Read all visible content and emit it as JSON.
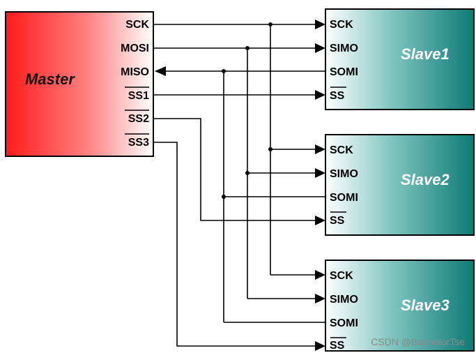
{
  "master": {
    "label": "Master",
    "pins": {
      "sck": "SCK",
      "mosi": "MOSI",
      "miso": "MISO",
      "ss1": "SS1",
      "ss2": "SS2",
      "ss3": "SS3"
    }
  },
  "slaves": [
    {
      "label": "Slave1",
      "pins": {
        "sck": "SCK",
        "simo": "SIMO",
        "somi": "SOMI",
        "ss": "SS"
      }
    },
    {
      "label": "Slave2",
      "pins": {
        "sck": "SCK",
        "simo": "SIMO",
        "somi": "SOMI",
        "ss": "SS"
      }
    },
    {
      "label": "Slave3",
      "pins": {
        "sck": "SCK",
        "simo": "SIMO",
        "somi": "SOMI",
        "ss": "SS"
      }
    }
  ],
  "watermark": "CSDN @BachelorTse",
  "colors": {
    "master_start": "#ff2020",
    "master_end": "#ffffff",
    "slave_start": "#ffffff",
    "slave_end": "#0e7a74",
    "line": "#000000"
  }
}
